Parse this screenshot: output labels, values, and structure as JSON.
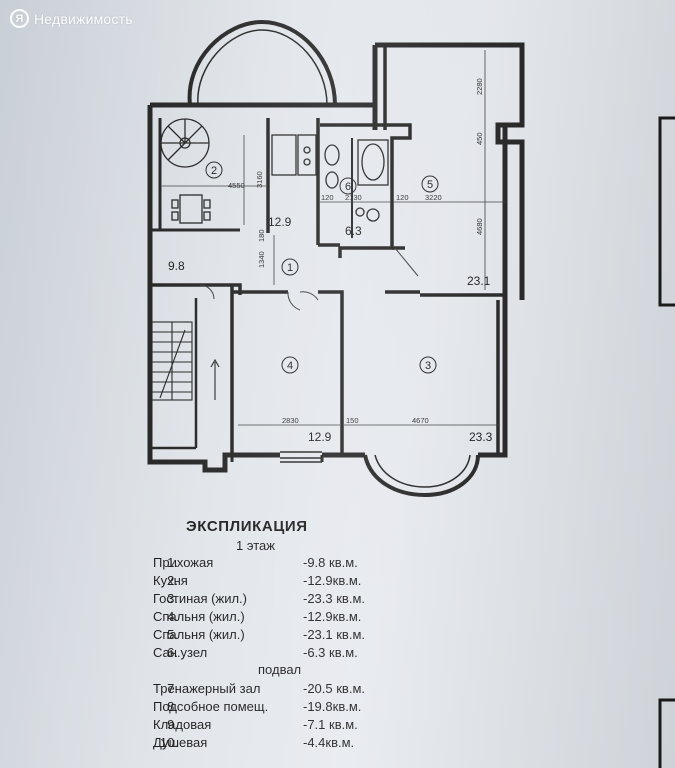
{
  "watermark": {
    "logo": "Я",
    "text": "Недвижимость"
  },
  "plan": {
    "room_numbers": [
      "1",
      "2",
      "3",
      "4",
      "5",
      "6"
    ],
    "area_labels": {
      "r2": "12.9",
      "r6": "6.3",
      "r5": "23.1",
      "r1": "9.8",
      "r4": "12.9",
      "r3": "23.3"
    },
    "dimensions": {
      "d4550": "4550",
      "d3160": "3160",
      "d120a": "120",
      "d2130": "2130",
      "d120b": "120",
      "d3220": "3220",
      "d1340": "1340",
      "d180": "180",
      "d2280": "2280",
      "d450": "450",
      "d4680": "4680",
      "d2830": "2830",
      "d150": "150",
      "d4670": "4670"
    }
  },
  "legend": {
    "title": "ЭКСПЛИКАЦИЯ",
    "floor1": "1 этаж",
    "basement": "подвал",
    "items": [
      {
        "num": "1.",
        "name": "Прихожая",
        "area": "-9.8 кв.м."
      },
      {
        "num": "2.",
        "name": "Кухня",
        "area": "-12.9кв.м."
      },
      {
        "num": "3.",
        "name": "Гостиная (жил.)",
        "area": "-23.3 кв.м."
      },
      {
        "num": "4.",
        "name": "Спальня (жил.)",
        "area": "-12.9кв.м."
      },
      {
        "num": "5.",
        "name": "Спальня (жил.)",
        "area": "-23.1 кв.м."
      },
      {
        "num": "6.",
        "name": "Сан.узел",
        "area": "-6.3 кв.м."
      },
      {
        "num": "7.",
        "name": "Тренажерный зал",
        "area": "-20.5 кв.м."
      },
      {
        "num": "8.",
        "name": "Подсобное помещ.",
        "area": "-19.8кв.м."
      },
      {
        "num": "9.",
        "name": "Кладовая",
        "area": "-7.1 кв.м."
      },
      {
        "num": "10.",
        "name": "Душевая",
        "area": "-4.4кв.м."
      }
    ]
  }
}
